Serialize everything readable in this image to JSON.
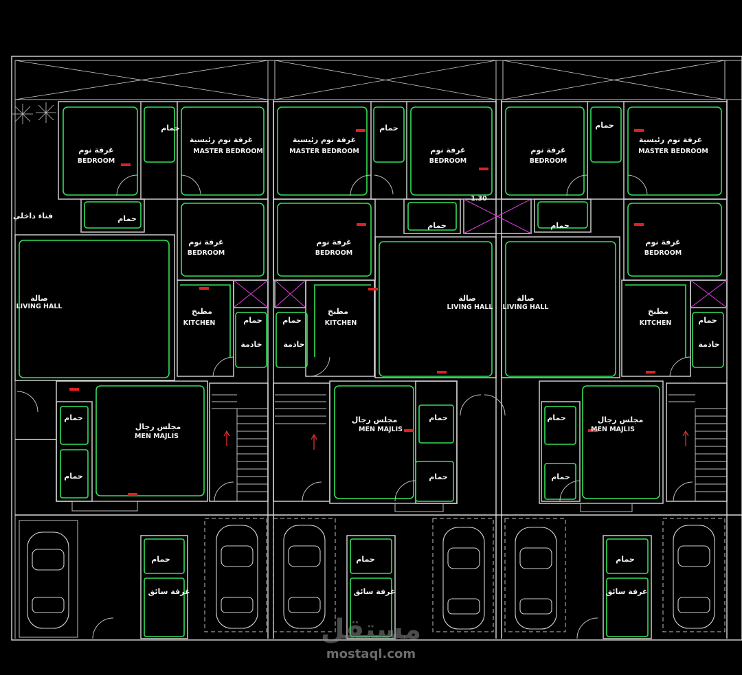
{
  "rooms": {
    "bedroom_ar": "غرفة نوم",
    "bedroom_en": "BEDROOM",
    "master_ar": "غرفة نوم رئيسية",
    "master_en": "MASTER BEDROOM",
    "bath_ar": "حمام",
    "living_ar": "صالة",
    "living_en": "LIVING HALL",
    "kitchen_ar": "مطبخ",
    "kitchen_en": "KITCHEN",
    "maid_ar": "خادمة",
    "majlis_ar": "مجلس رجال",
    "majlis_en": "MEN MAJLIS",
    "driver_ar": "غرفة سائق",
    "courtyard_ar": "فناء داخلي"
  },
  "dimension_label": "1.30",
  "watermark": {
    "arabic": "مستقل",
    "latin": "mostaql.com"
  },
  "colors": {
    "background": "#000000",
    "walls": "#d9d9d9",
    "room_outline": "#32e05a",
    "void_cross": "#e040e0",
    "tags": "#e02020"
  }
}
